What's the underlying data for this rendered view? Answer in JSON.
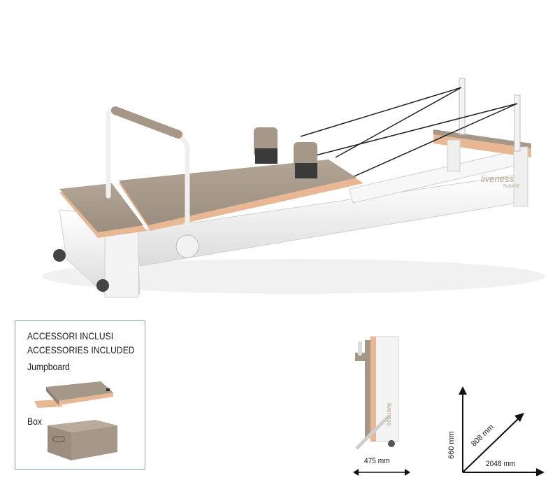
{
  "product": {
    "brand_logo": "liveness",
    "brand_sub": "ReBASE",
    "product_icon": "pilates-reformer"
  },
  "accessories": {
    "title_it": "ACCESSORI INCLUSI",
    "title_en": "ACCESSORIES INCLUDED",
    "items": [
      {
        "label": "Jumpboard",
        "icon": "jumpboard-pad"
      },
      {
        "label": "Box",
        "icon": "sitting-box"
      }
    ]
  },
  "dimensions": {
    "width": "475 mm",
    "height": "660 mm",
    "depth": "808 mm",
    "length": "2048 mm"
  },
  "colors": {
    "frame": "#f4f4f4",
    "upholstery": "#a69888",
    "wood_trim": "#e8b690",
    "border": "#7f9fb0",
    "arrows": "#111111"
  }
}
